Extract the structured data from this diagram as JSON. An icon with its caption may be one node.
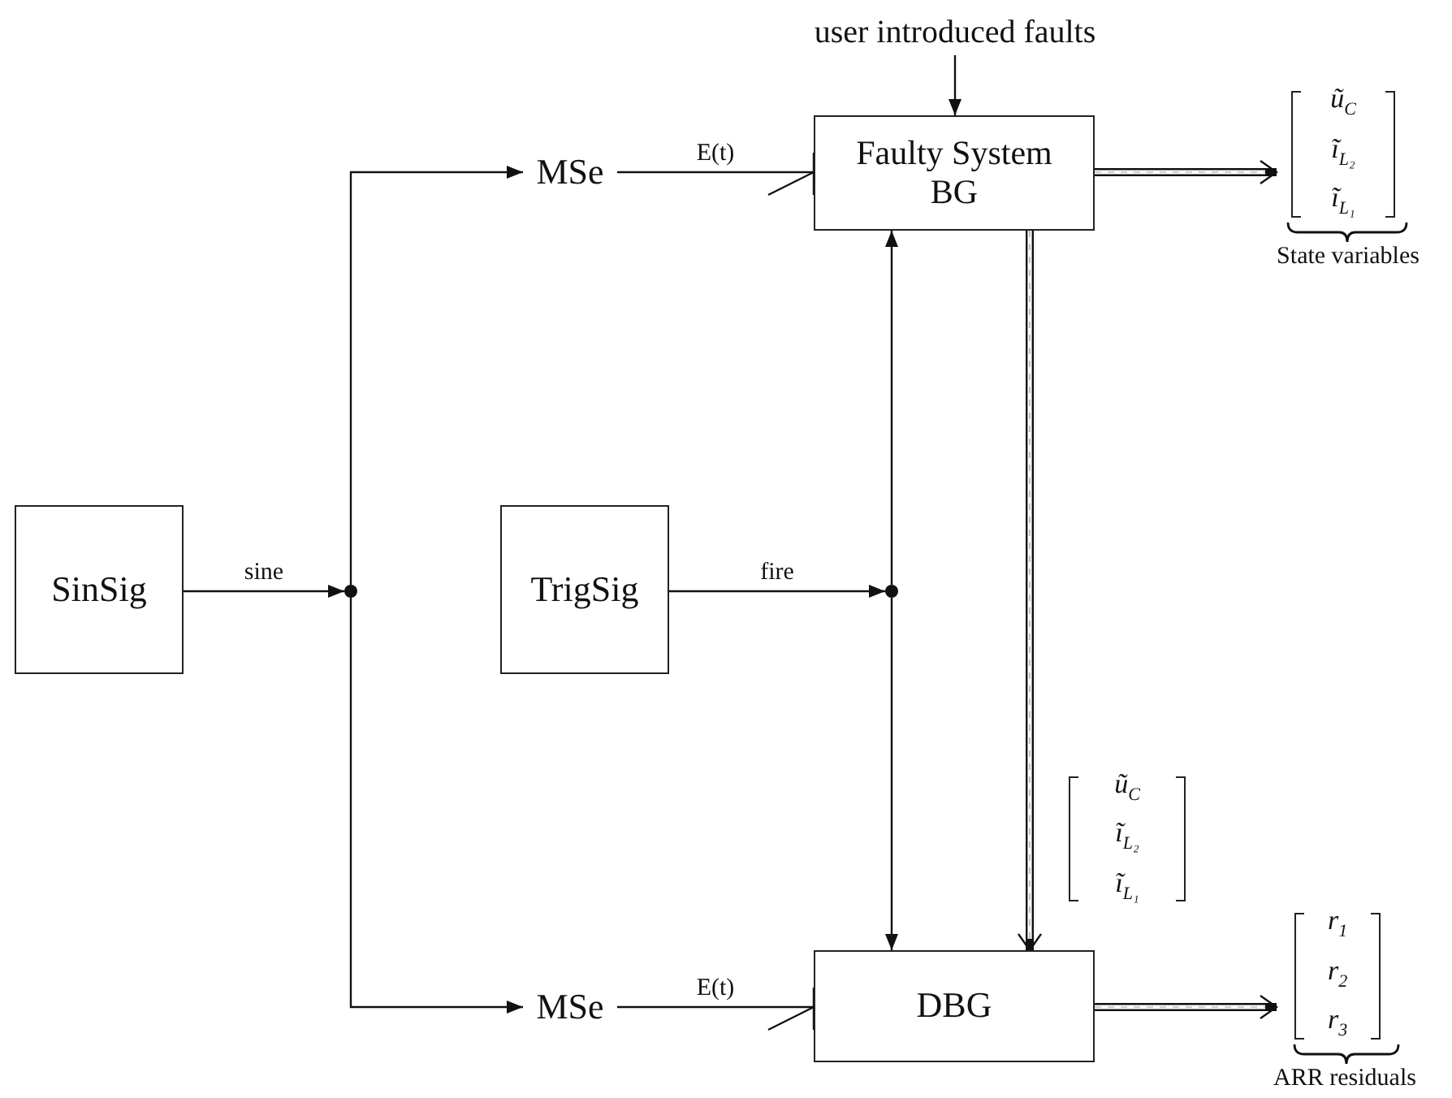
{
  "diagram": {
    "nodes": [
      {
        "text": [
          "user introduced faults"
        ]
      },
      {
        "text": [
          "MSe"
        ]
      },
      {
        "text": [
          "Faulty System BG"
        ]
      },
      {
        "text": [
          "ũ$_{C}$",
          "ĩ$_{L₂}$",
          "ĩ$_{L₁}$"
        ],
        "beside": [
          "State variables"
        ]
      },
      {
        "text": [
          "SinSig"
        ]
      },
      {
        "text": [],
        "shape": "circle"
      },
      {
        "text": [
          "TrigSig"
        ]
      },
      {
        "text": [],
        "shape": "circle"
      },
      {
        "text": [
          "MSe"
        ]
      },
      {
        "text": [
          "DBG"
        ]
      },
      {
        "text": [
          "r$_{1}$",
          "r$_{2}$",
          "r$_{3}$"
        ],
        "beside": [
          "ARR residuals"
        ]
      },
      {
        "text": [
          "ũ$_{C}$",
          "ĩ$_{L₂}$",
          "ĩ$_{L₁}$"
        ]
      }
    ],
    "edges": [
      {
        "from": 0,
        "to": 2,
        "arrow": "to"
      },
      {
        "from": 4,
        "to": 5,
        "arrow": "to",
        "label": "sine"
      },
      {
        "from": 5,
        "to": 1,
        "arrow": "to"
      },
      {
        "from": 5,
        "to": 8,
        "arrow": "to"
      },
      {
        "from": 1,
        "to": 2,
        "arrow": "other",
        "label": "E(t)"
      },
      {
        "from": 8,
        "to": 9,
        "arrow": "other",
        "label": "E(t)"
      },
      {
        "from": 2,
        "to": 3,
        "arrow": "to",
        "style": "thick"
      },
      {
        "from": 6,
        "to": 7,
        "arrow": "to",
        "label": "fire"
      },
      {
        "from": 7,
        "to": 2,
        "arrow": "to"
      },
      {
        "from": 7,
        "to": 9,
        "arrow": "to"
      },
      {
        "from": 2,
        "to": 9,
        "arrow": "to",
        "style": "thick"
      },
      {
        "from": 9,
        "to": 10,
        "arrow": "to",
        "style": "thick"
      }
    ]
  }
}
